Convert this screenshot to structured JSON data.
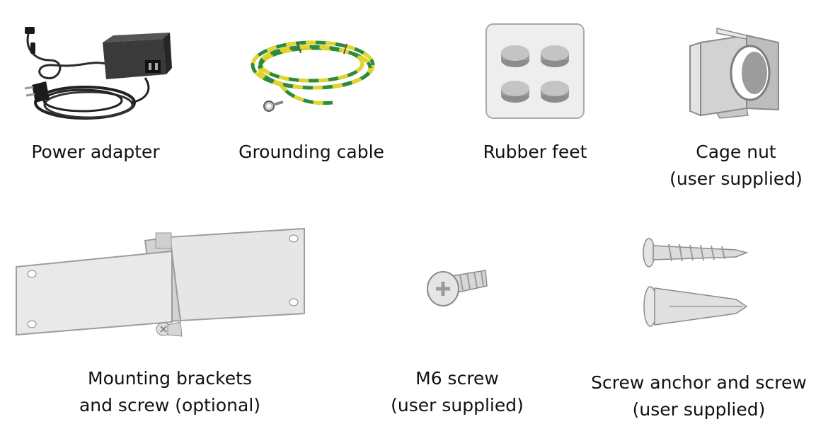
{
  "items": [
    {
      "label": [
        "Power adapter"
      ],
      "icon": "power-adapter-icon"
    },
    {
      "label": [
        "Grounding cable"
      ],
      "icon": "grounding-cable-icon"
    },
    {
      "label": [
        "Rubber feet"
      ],
      "icon": "rubber-feet-icon"
    },
    {
      "label": [
        "Cage nut",
        "(user supplied)"
      ],
      "icon": "cage-nut-icon"
    },
    {
      "label": [
        "Mounting brackets",
        "and screw (optional)"
      ],
      "icon": "mounting-brackets-icon"
    },
    {
      "label": [
        "M6 screw",
        "(user supplied)"
      ],
      "icon": "m6-screw-icon"
    },
    {
      "label": [
        "Screw anchor and screw",
        "(user supplied)"
      ],
      "icon": "screw-anchor-icon"
    }
  ]
}
